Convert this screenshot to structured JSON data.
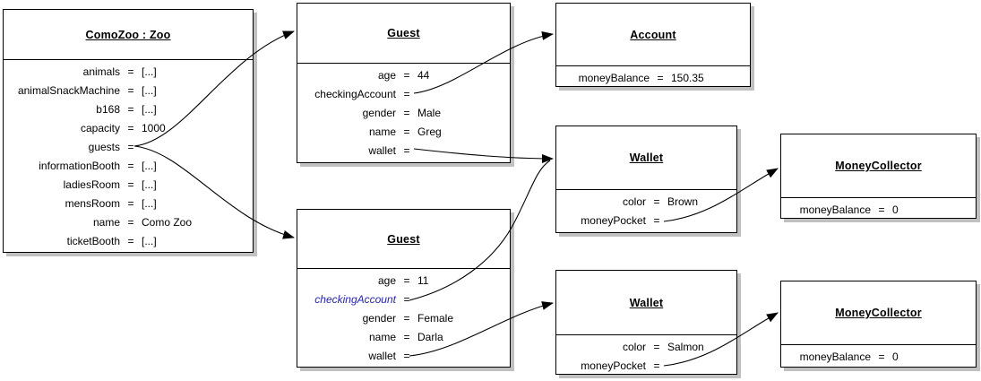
{
  "ui": {
    "equals": "="
  },
  "colors": {
    "background": "#ffffff",
    "box_border": "#000000",
    "shadow": "#c0c0c0",
    "highlight_field": "#2222cc",
    "line": "#000000"
  },
  "objects": [
    {
      "title": "ComoZoo : Zoo",
      "fields": [
        {
          "label": "animals",
          "value": "[...]"
        },
        {
          "label": "animalSnackMachine",
          "value": "[...]"
        },
        {
          "label": "b168",
          "value": "[...]"
        },
        {
          "label": "capacity",
          "value": "1000"
        },
        {
          "label": "guests",
          "value": "",
          "is_reference": true
        },
        {
          "label": "informationBooth",
          "value": "[...]"
        },
        {
          "label": "ladiesRoom",
          "value": "[...]"
        },
        {
          "label": "mensRoom",
          "value": "[...]"
        },
        {
          "label": "name",
          "value": "Como Zoo"
        },
        {
          "label": "ticketBooth",
          "value": "[...]"
        }
      ]
    },
    {
      "title": "Guest",
      "fields": [
        {
          "label": "age",
          "value": "44"
        },
        {
          "label": "checkingAccount",
          "value": "",
          "is_reference": true
        },
        {
          "label": "gender",
          "value": "Male"
        },
        {
          "label": "name",
          "value": "Greg"
        },
        {
          "label": "wallet",
          "value": "",
          "is_reference": true
        }
      ]
    },
    {
      "title": "Account",
      "fields": [
        {
          "label": "moneyBalance",
          "value": "150.35"
        }
      ]
    },
    {
      "title": "Wallet",
      "fields": [
        {
          "label": "color",
          "value": "Brown"
        },
        {
          "label": "moneyPocket",
          "value": "",
          "is_reference": true
        }
      ]
    },
    {
      "title": "MoneyCollector",
      "fields": [
        {
          "label": "moneyBalance",
          "value": "0"
        }
      ]
    },
    {
      "title": "Guest",
      "fields": [
        {
          "label": "age",
          "value": "11"
        },
        {
          "label": "checkingAccount",
          "value": "",
          "is_reference": true,
          "highlighted": true
        },
        {
          "label": "gender",
          "value": "Female"
        },
        {
          "label": "name",
          "value": "Darla"
        },
        {
          "label": "wallet",
          "value": "",
          "is_reference": true
        }
      ]
    },
    {
      "title": "Wallet",
      "fields": [
        {
          "label": "color",
          "value": "Salmon"
        },
        {
          "label": "moneyPocket",
          "value": "",
          "is_reference": true
        }
      ]
    },
    {
      "title": "MoneyCollector",
      "fields": [
        {
          "label": "moneyBalance",
          "value": "0"
        }
      ]
    }
  ],
  "arrows": [
    {
      "from": "ComoZoo.guests",
      "to": "Guest (Greg)"
    },
    {
      "from": "ComoZoo.guests",
      "to": "Guest (Darla)"
    },
    {
      "from": "Guest (Greg).checkingAccount",
      "to": "Account"
    },
    {
      "from": "Guest (Greg).wallet",
      "to": "Wallet (Brown)"
    },
    {
      "from": "Guest (Darla).checkingAccount",
      "to": "Wallet (Brown)"
    },
    {
      "from": "Guest (Darla).wallet",
      "to": "Wallet (Salmon)"
    },
    {
      "from": "Wallet (Brown).moneyPocket",
      "to": "MoneyCollector (top)"
    },
    {
      "from": "Wallet (Salmon).moneyPocket",
      "to": "MoneyCollector (bottom)"
    }
  ]
}
